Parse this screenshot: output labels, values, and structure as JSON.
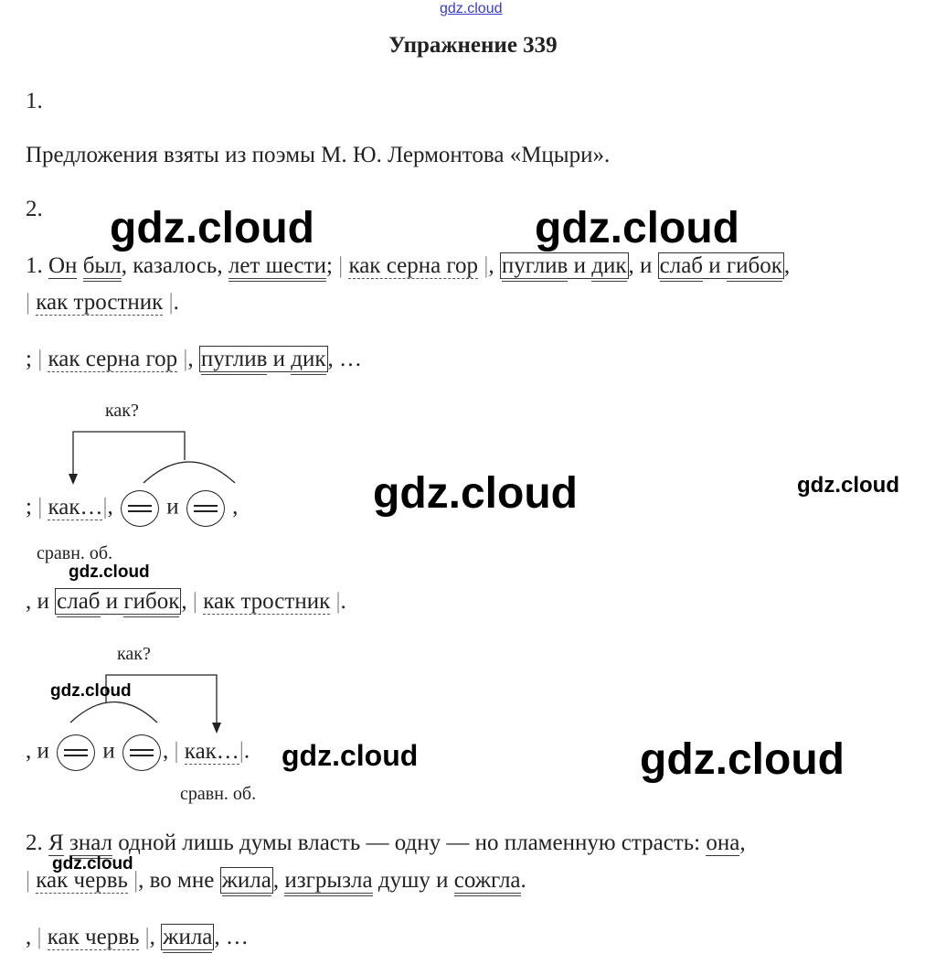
{
  "watermark_top": "gdz.cloud",
  "watermark": "gdz.cloud",
  "title": "Упражнение 339",
  "part1_label": "1.",
  "part1_text": "Предложения взяты из поэмы М. Ю. Лермонтова «Мцыри».",
  "part2_label": "2.",
  "lines": {
    "s1a": [
      {
        "t": "1. "
      },
      {
        "t": "Он",
        "s": "subj"
      },
      {
        "t": " "
      },
      {
        "t": "был",
        "s": "pred"
      },
      {
        "t": ", казалось, "
      },
      {
        "t": "лет шести",
        "s": "pred"
      },
      {
        "t": "; "
      },
      {
        "t": "|",
        "s": "pipe"
      },
      {
        "t": " "
      },
      {
        "t": "как серна гор",
        "s": "adv"
      },
      {
        "t": " "
      },
      {
        "t": "|",
        "s": "pipe"
      },
      {
        "t": ", "
      },
      {
        "box": [
          {
            "t": "пуглив",
            "s": "pred"
          },
          {
            "t": " и "
          },
          {
            "t": "дик",
            "s": "pred"
          }
        ]
      },
      {
        "t": ", и "
      },
      {
        "box": [
          {
            "t": "слаб",
            "s": "pred"
          },
          {
            "t": " и "
          },
          {
            "t": "гибок",
            "s": "pred"
          }
        ]
      },
      {
        "t": ","
      }
    ],
    "s1b": [
      {
        "t": "|",
        "s": "pipe"
      },
      {
        "t": " "
      },
      {
        "t": "как тростник",
        "s": "adv"
      },
      {
        "t": " "
      },
      {
        "t": "|",
        "s": "pipe"
      },
      {
        "t": "."
      }
    ],
    "p1": [
      {
        "t": "; "
      },
      {
        "t": "|",
        "s": "pipe"
      },
      {
        "t": " "
      },
      {
        "t": "как серна гор",
        "s": "adv"
      },
      {
        "t": " "
      },
      {
        "t": "|",
        "s": "pipe"
      },
      {
        "t": ", "
      },
      {
        "box": [
          {
            "t": "пуглив",
            "s": "pred"
          },
          {
            "t": " и "
          },
          {
            "t": "дик",
            "s": "pred"
          }
        ]
      },
      {
        "t": ", …"
      }
    ],
    "d1": [
      {
        "t": "; "
      },
      {
        "t": "|",
        "s": "pipe"
      },
      {
        "t": " "
      },
      {
        "t": "как…",
        "s": "adv"
      },
      {
        "t": "|",
        "s": "pipe"
      },
      {
        "t": ", "
      },
      {
        "c": 1
      },
      {
        "t": " и "
      },
      {
        "c": 1
      },
      {
        "t": " ,"
      }
    ],
    "p2": [
      {
        "t": ", и "
      },
      {
        "box": [
          {
            "t": "слаб",
            "s": "pred"
          },
          {
            "t": " и "
          },
          {
            "t": "гибок",
            "s": "pred"
          }
        ]
      },
      {
        "t": ", "
      },
      {
        "t": "|",
        "s": "pipe"
      },
      {
        "t": " "
      },
      {
        "t": "как тростник",
        "s": "adv"
      },
      {
        "t": " "
      },
      {
        "t": "|",
        "s": "pipe"
      },
      {
        "t": "."
      }
    ],
    "d2": [
      {
        "t": ", и "
      },
      {
        "c": 1
      },
      {
        "t": " и "
      },
      {
        "c": 1
      },
      {
        "t": ", "
      },
      {
        "t": "|",
        "s": "pipe"
      },
      {
        "t": " "
      },
      {
        "t": "как…",
        "s": "adv"
      },
      {
        "t": "|",
        "s": "pipe"
      },
      {
        "t": "."
      }
    ],
    "s2a": [
      {
        "t": "2. "
      },
      {
        "t": "Я",
        "s": "subj"
      },
      {
        "t": " "
      },
      {
        "t": "знал",
        "s": "pred"
      },
      {
        "t": " одной лишь думы власть — одну — но пламенную страсть: "
      },
      {
        "t": "она",
        "s": "subj"
      },
      {
        "t": ","
      }
    ],
    "s2b": [
      {
        "t": "|",
        "s": "pipe"
      },
      {
        "t": " "
      },
      {
        "t": "как червь",
        "s": "adv"
      },
      {
        "t": " "
      },
      {
        "t": "|",
        "s": "pipe"
      },
      {
        "t": ", во мне "
      },
      {
        "box": [
          {
            "t": "жила",
            "s": "pred"
          }
        ]
      },
      {
        "t": ", "
      },
      {
        "t": "изгрызла",
        "s": "pred"
      },
      {
        "t": " душу и "
      },
      {
        "t": "сожгла",
        "s": "pred"
      },
      {
        "t": "."
      }
    ],
    "p3": [
      {
        "t": ", "
      },
      {
        "t": "|",
        "s": "pipe"
      },
      {
        "t": " "
      },
      {
        "t": "как червь",
        "s": "adv"
      },
      {
        "t": " "
      },
      {
        "t": "|",
        "s": "pipe"
      },
      {
        "t": ", "
      },
      {
        "box": [
          {
            "t": "жила",
            "s": "pred"
          }
        ]
      },
      {
        "t": ", …"
      }
    ]
  },
  "question": "как?",
  "comparison_label": "сравн. об."
}
